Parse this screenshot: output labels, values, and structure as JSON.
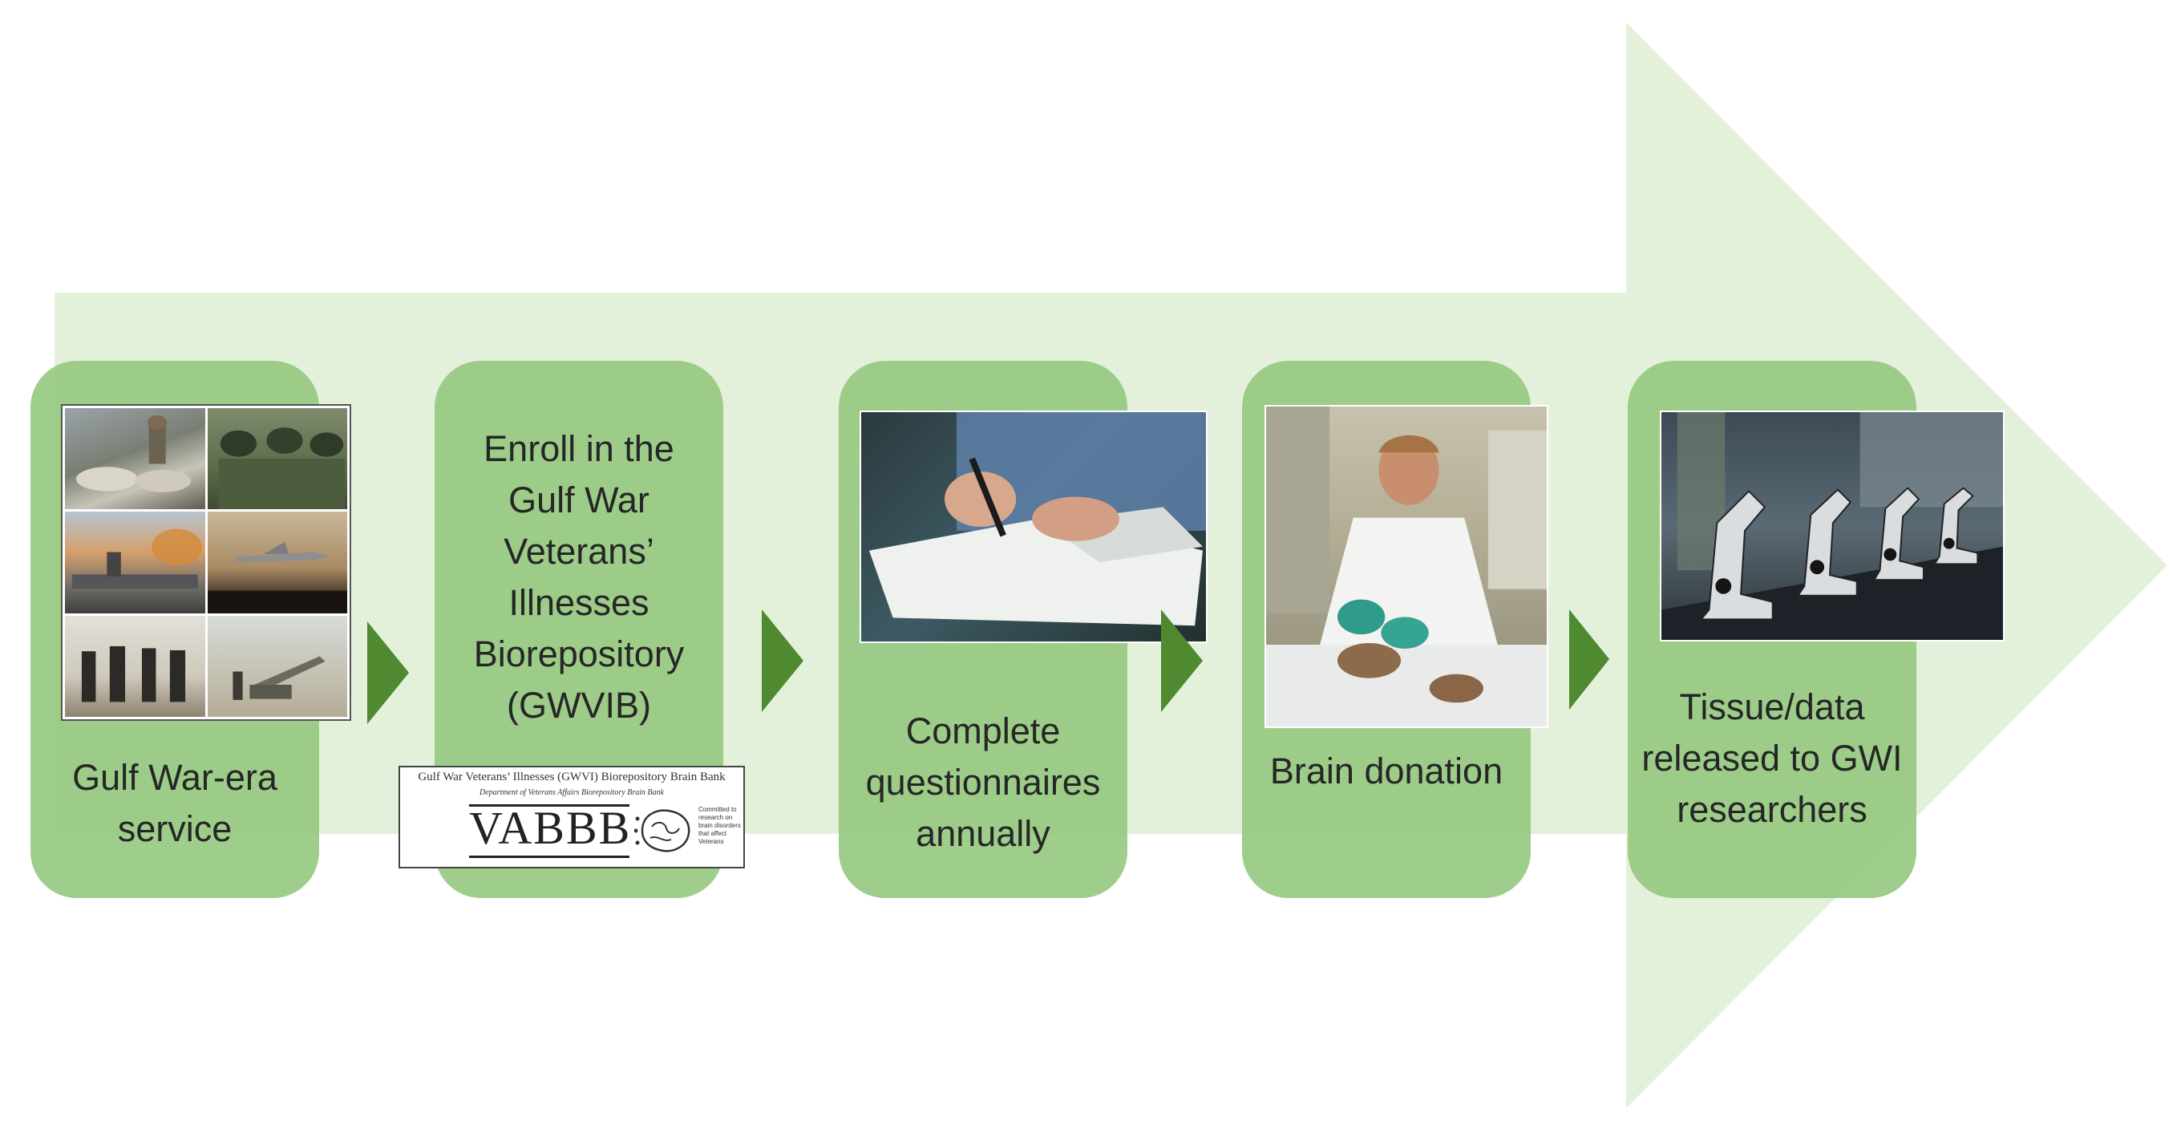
{
  "colors": {
    "arrow": "#e3f1db",
    "card": "#92c67c",
    "connector": "#4f8a30",
    "text": "#262626"
  },
  "steps": [
    {
      "label": "Gulf War-era service",
      "image": "military-collage"
    },
    {
      "label": "Enroll in the Gulf War Veterans’ Illnesses Biorepository (GWVIB)",
      "image": "vabbb-logo"
    },
    {
      "label": "Complete questionnaires annually",
      "image": "person-signing-paper-photo"
    },
    {
      "label": "Brain donation",
      "image": "lab-researcher-brain-photo"
    },
    {
      "label": "Tissue/data released to GWI researchers",
      "image": "microscopes-photo"
    }
  ],
  "logo": {
    "header": "Gulf War Veterans’ Illnesses (GWVI) Biorepository Brain Bank",
    "subheader": "Department of Veterans Affairs Biorepository Brain Bank",
    "mark": "VABBB",
    "tagline": "Committed to research on brain disorders that affect Veterans"
  }
}
